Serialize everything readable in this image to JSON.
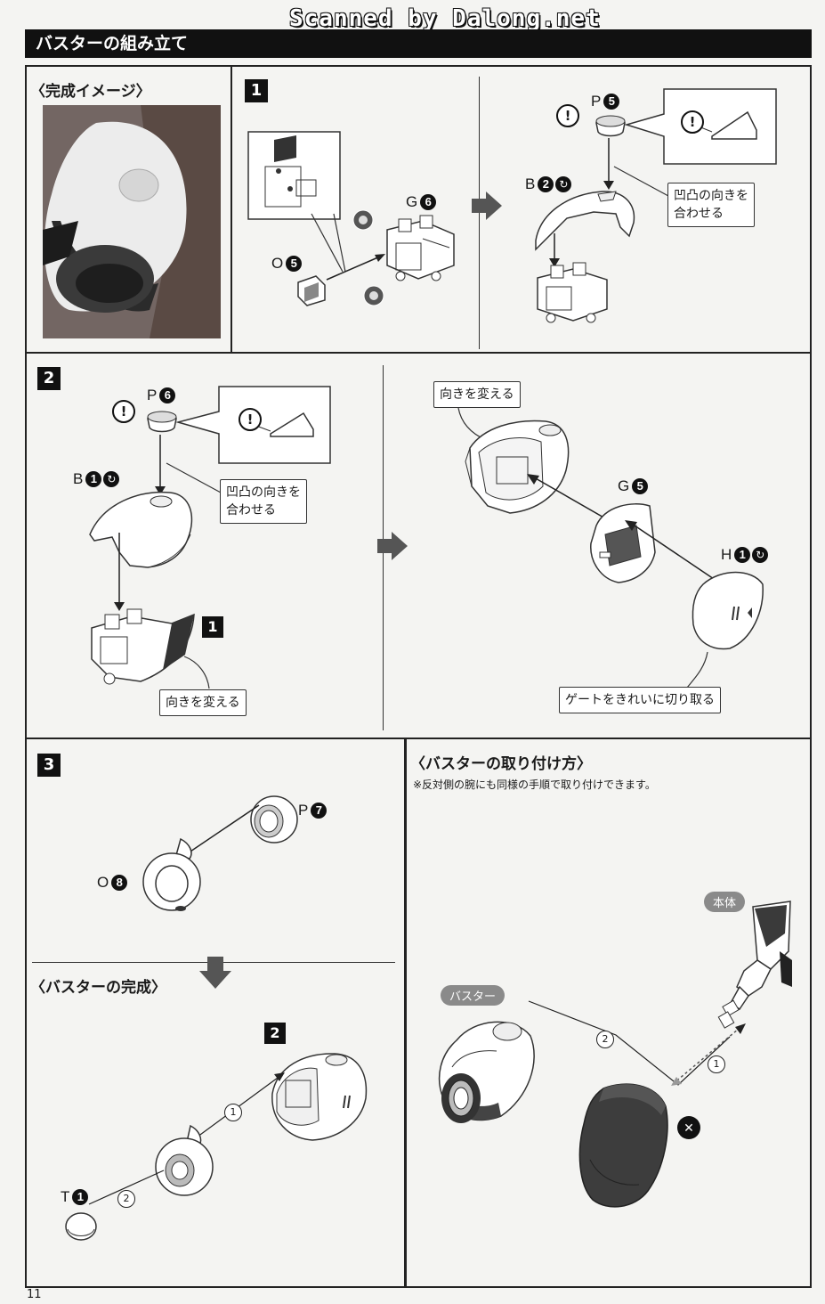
{
  "watermark": "Scanned by Dalong.net",
  "title": "バスターの組み立て",
  "completed_image_title": "〈完成イメージ〉",
  "steps": {
    "step1": "1",
    "step2": "2",
    "step3": "3",
    "ref2": "2",
    "ref1": "1"
  },
  "parts": {
    "g6": {
      "letter": "G",
      "num": "6"
    },
    "o5": {
      "letter": "O",
      "num": "5"
    },
    "p5": {
      "letter": "P",
      "num": "5"
    },
    "b2": {
      "letter": "B",
      "num": "2"
    },
    "p6": {
      "letter": "P",
      "num": "6"
    },
    "b1": {
      "letter": "B",
      "num": "1"
    },
    "g5": {
      "letter": "G",
      "num": "5"
    },
    "h1": {
      "letter": "H",
      "num": "1"
    },
    "p7": {
      "letter": "P",
      "num": "7"
    },
    "o8": {
      "letter": "O",
      "num": "8"
    },
    "t1": {
      "letter": "T",
      "num": "1"
    }
  },
  "callouts": {
    "align_1": "凹凸の向きを\n合わせる",
    "align_2": "凹凸の向きを\n合わせる",
    "turn_1": "向きを変える",
    "turn_2": "向きを変える",
    "gate": "ゲートをきれいに切り取る"
  },
  "buster_done_title": "〈バスターの完成〉",
  "attach_title": "〈バスターの取り付け方〉",
  "attach_note": "※反対側の腕にも同様の手順で取り付けできます。",
  "tags": {
    "body": "本体",
    "buster": "バスター"
  },
  "order": {
    "one": "1",
    "two": "2"
  },
  "warn_symbol": "!",
  "cross_symbol": "✕",
  "page_number": "11",
  "colors": {
    "title_bg": "#111111",
    "arrow": "#555555",
    "tag_gray": "#8a8a8a"
  }
}
